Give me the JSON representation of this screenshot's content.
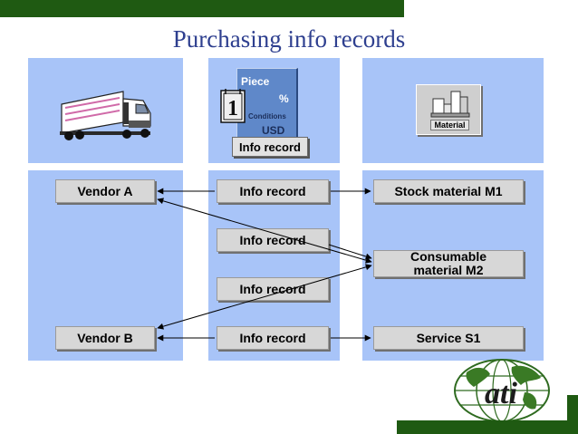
{
  "title": "Purchasing info records",
  "header_icons": {
    "info_record_card": {
      "piece": "Piece",
      "percent": "%",
      "conditions": "Conditions",
      "usd": "USD",
      "calendar_number": "1",
      "label": "Info record"
    },
    "material_label": "Material"
  },
  "vendors": [
    "Vendor A",
    "Vendor B"
  ],
  "info_records": [
    "Info record",
    "Info record",
    "Info record",
    "Info record"
  ],
  "materials": [
    "Stock material M1",
    "Consumable material M2",
    "Service S1"
  ],
  "logo": {
    "text": "ati",
    "description": "globe-logo"
  },
  "colors": {
    "column_bg": "#a8c4f8",
    "title": "#2e3f8f",
    "bar": "#1f5a12",
    "box": "#d7d7d7"
  }
}
